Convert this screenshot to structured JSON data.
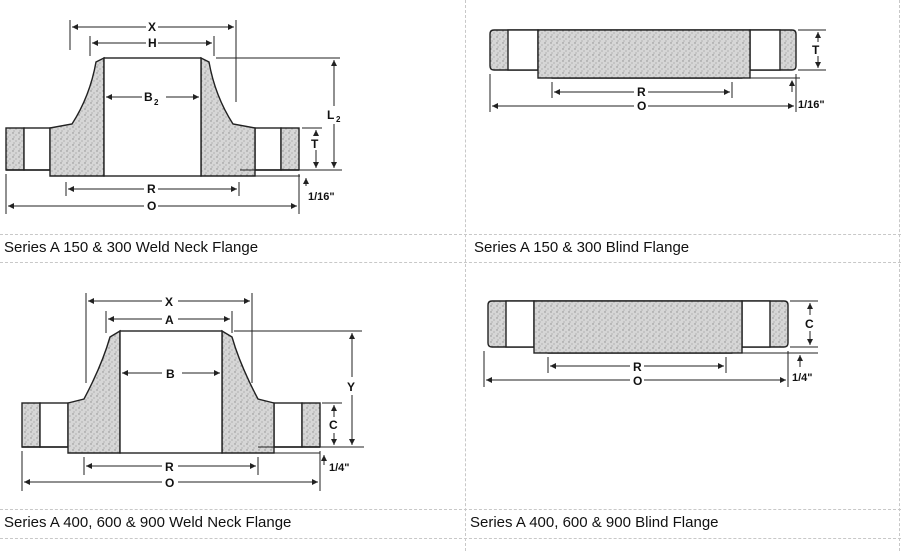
{
  "panels": {
    "p1": {
      "caption": "Series A 150 & 300 Weld Neck Flange",
      "labels": {
        "x": "X",
        "h": "H",
        "b2": "B",
        "b2_sub": "2",
        "l2": "L",
        "l2_sub": "2",
        "t": "T",
        "r": "R",
        "o": "O",
        "gap": "1/16\""
      }
    },
    "p2": {
      "caption": "Series A 150 & 300 Blind Flange",
      "labels": {
        "t": "T",
        "r": "R",
        "o": "O",
        "gap": "1/16\""
      }
    },
    "p3": {
      "caption": "Series A 400, 600 & 900 Weld Neck Flange",
      "labels": {
        "x": "X",
        "a": "A",
        "b": "B",
        "y": "Y",
        "c": "C",
        "r": "R",
        "o": "O",
        "gap": "1/4\""
      }
    },
    "p4": {
      "caption": "Series A 400, 600 & 900 Blind Flange",
      "labels": {
        "c": "C",
        "r": "R",
        "o": "O",
        "gap": "1/4\""
      }
    }
  },
  "colors": {
    "fill": "#d4d4d4",
    "line": "#222222",
    "grid": "#c8c8c8"
  }
}
